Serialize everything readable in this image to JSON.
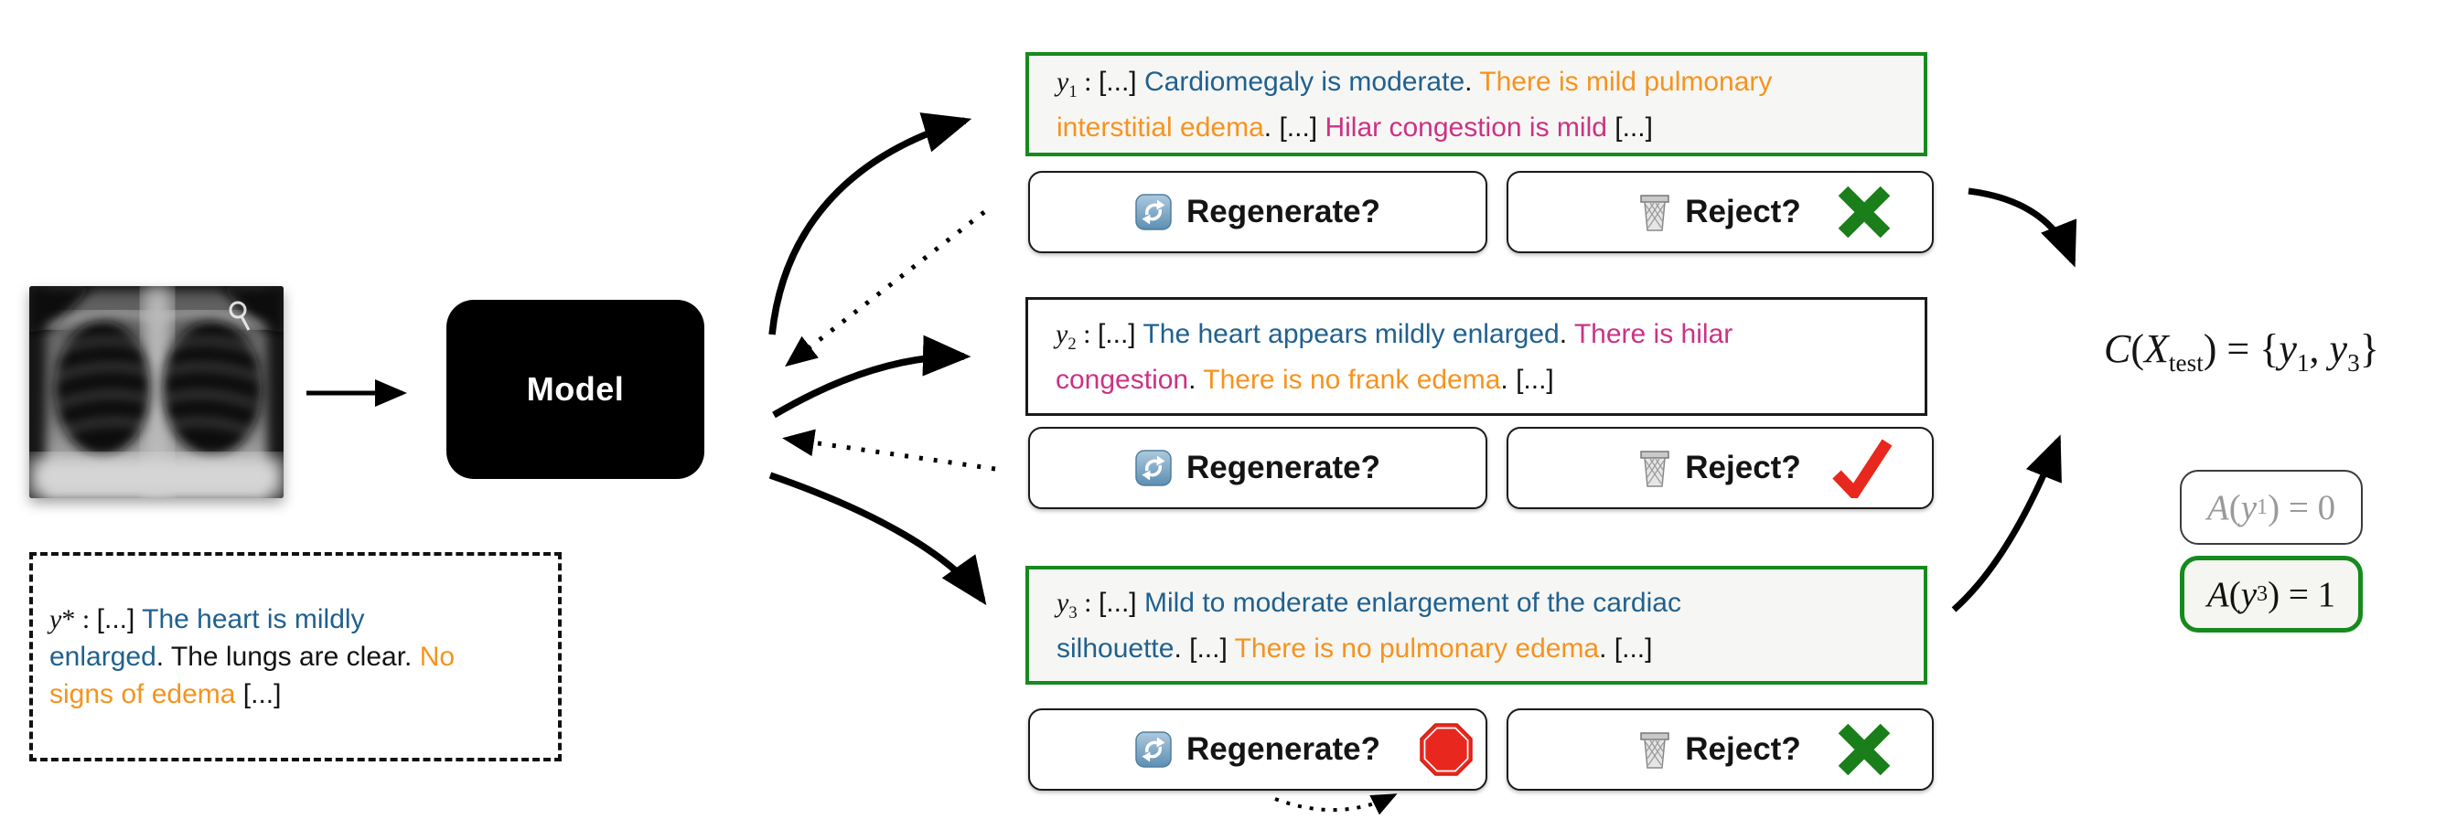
{
  "colors": {
    "blue": "#20618f",
    "orange": "#f6931e",
    "magenta": "#cb3285",
    "black": "#141414",
    "green": "#178a1e",
    "red": "#e8281e",
    "gray": "#9a9a9a"
  },
  "input": {
    "description": "chest x-ray"
  },
  "model": {
    "label": "Model"
  },
  "buttons": {
    "regenerate": "Regenerate?",
    "reject": "Reject?"
  },
  "icons": {
    "regenerate": "refresh-icon",
    "reject": "trash-icon",
    "keep": "green-x-icon",
    "discard": "red-check-icon",
    "stop": "stop-sign-icon"
  },
  "reference_report": {
    "segments": [
      {
        "t": "y",
        "i": 1,
        "f": "serif"
      },
      {
        "t": "*",
        "f": "serif"
      },
      {
        "t": " :  ",
        "f": "serif"
      },
      {
        "t": "[...] "
      },
      {
        "t": "The heart is mildly",
        "c": "blue"
      },
      {
        "br": 1
      },
      {
        "t": "enlarged",
        "c": "blue"
      },
      {
        "t": ".  The lungs are clear. "
      },
      {
        "t": "No",
        "c": "orange"
      },
      {
        "br": 1
      },
      {
        "t": "signs of edema",
        "c": "orange"
      },
      {
        "t": " [...]"
      }
    ]
  },
  "candidates": [
    {
      "name": "y1",
      "accepted": true,
      "regenerate_mark": null,
      "reject_mark": "green-x",
      "segments": [
        {
          "t": "y",
          "i": 1,
          "f": "serif"
        },
        {
          "t": "1",
          "sub": 1,
          "f": "serif"
        },
        {
          "t": " :  ",
          "f": "serif"
        },
        {
          "t": "[...] "
        },
        {
          "t": "Cardiomegaly is moderate",
          "c": "blue"
        },
        {
          "t": ". "
        },
        {
          "t": "There is mild pulmonary",
          "c": "orange"
        },
        {
          "br": 1
        },
        {
          "t": "interstitial edema",
          "c": "orange"
        },
        {
          "t": ". [...] "
        },
        {
          "t": "Hilar congestion is mild",
          "c": "magenta"
        },
        {
          "t": " [...]"
        }
      ]
    },
    {
      "name": "y2",
      "accepted": false,
      "regenerate_mark": null,
      "reject_mark": "red-check",
      "segments": [
        {
          "t": "y",
          "i": 1,
          "f": "serif"
        },
        {
          "t": "2",
          "sub": 1,
          "f": "serif"
        },
        {
          "t": " :  ",
          "f": "serif"
        },
        {
          "t": "[...] "
        },
        {
          "t": "The heart appears mildly enlarged",
          "c": "blue"
        },
        {
          "t": ". "
        },
        {
          "t": "There is hilar",
          "c": "magenta"
        },
        {
          "br": 1
        },
        {
          "t": "congestion",
          "c": "magenta"
        },
        {
          "t": ".  "
        },
        {
          "t": "There is no  frank edema",
          "c": "orange"
        },
        {
          "t": ".  [...]"
        }
      ]
    },
    {
      "name": "y3",
      "accepted": true,
      "regenerate_mark": "stop-sign",
      "reject_mark": "green-x",
      "segments": [
        {
          "t": "y",
          "i": 1,
          "f": "serif"
        },
        {
          "t": "3",
          "sub": 1,
          "f": "serif"
        },
        {
          "t": " :  ",
          "f": "serif"
        },
        {
          "t": "[...] "
        },
        {
          "t": "Mild to moderate enlargement of  the cardiac",
          "c": "blue"
        },
        {
          "br": 1
        },
        {
          "t": "silhouette",
          "c": "blue"
        },
        {
          "t": ".  [...] "
        },
        {
          "t": "There is no pulmonary edema",
          "c": "orange"
        },
        {
          "t": ". [...]"
        }
      ]
    }
  ],
  "output": {
    "prediction_set_segments": [
      {
        "t": "C",
        "i": 1
      },
      {
        "t": "("
      },
      {
        "t": "X",
        "i": 1
      },
      {
        "t": "test",
        "sub": 1
      },
      {
        "t": ") = {"
      },
      {
        "t": "y",
        "i": 1
      },
      {
        "t": "1",
        "sub": 1
      },
      {
        "t": ", "
      },
      {
        "t": "y",
        "i": 1
      },
      {
        "t": "3",
        "sub": 1
      },
      {
        "t": "}"
      }
    ],
    "audits": [
      {
        "name": "audit-y1",
        "highlight": false,
        "segments": [
          {
            "t": "A",
            "i": 1
          },
          {
            "t": "("
          },
          {
            "t": "y",
            "i": 1
          },
          {
            "t": "1",
            "sub": 1
          },
          {
            "t": ") = 0"
          }
        ]
      },
      {
        "name": "audit-y3",
        "highlight": true,
        "segments": [
          {
            "t": "A",
            "i": 1
          },
          {
            "t": "("
          },
          {
            "t": "y",
            "i": 1
          },
          {
            "t": "3",
            "sub": 1
          },
          {
            "t": ") = 1"
          }
        ]
      }
    ]
  }
}
